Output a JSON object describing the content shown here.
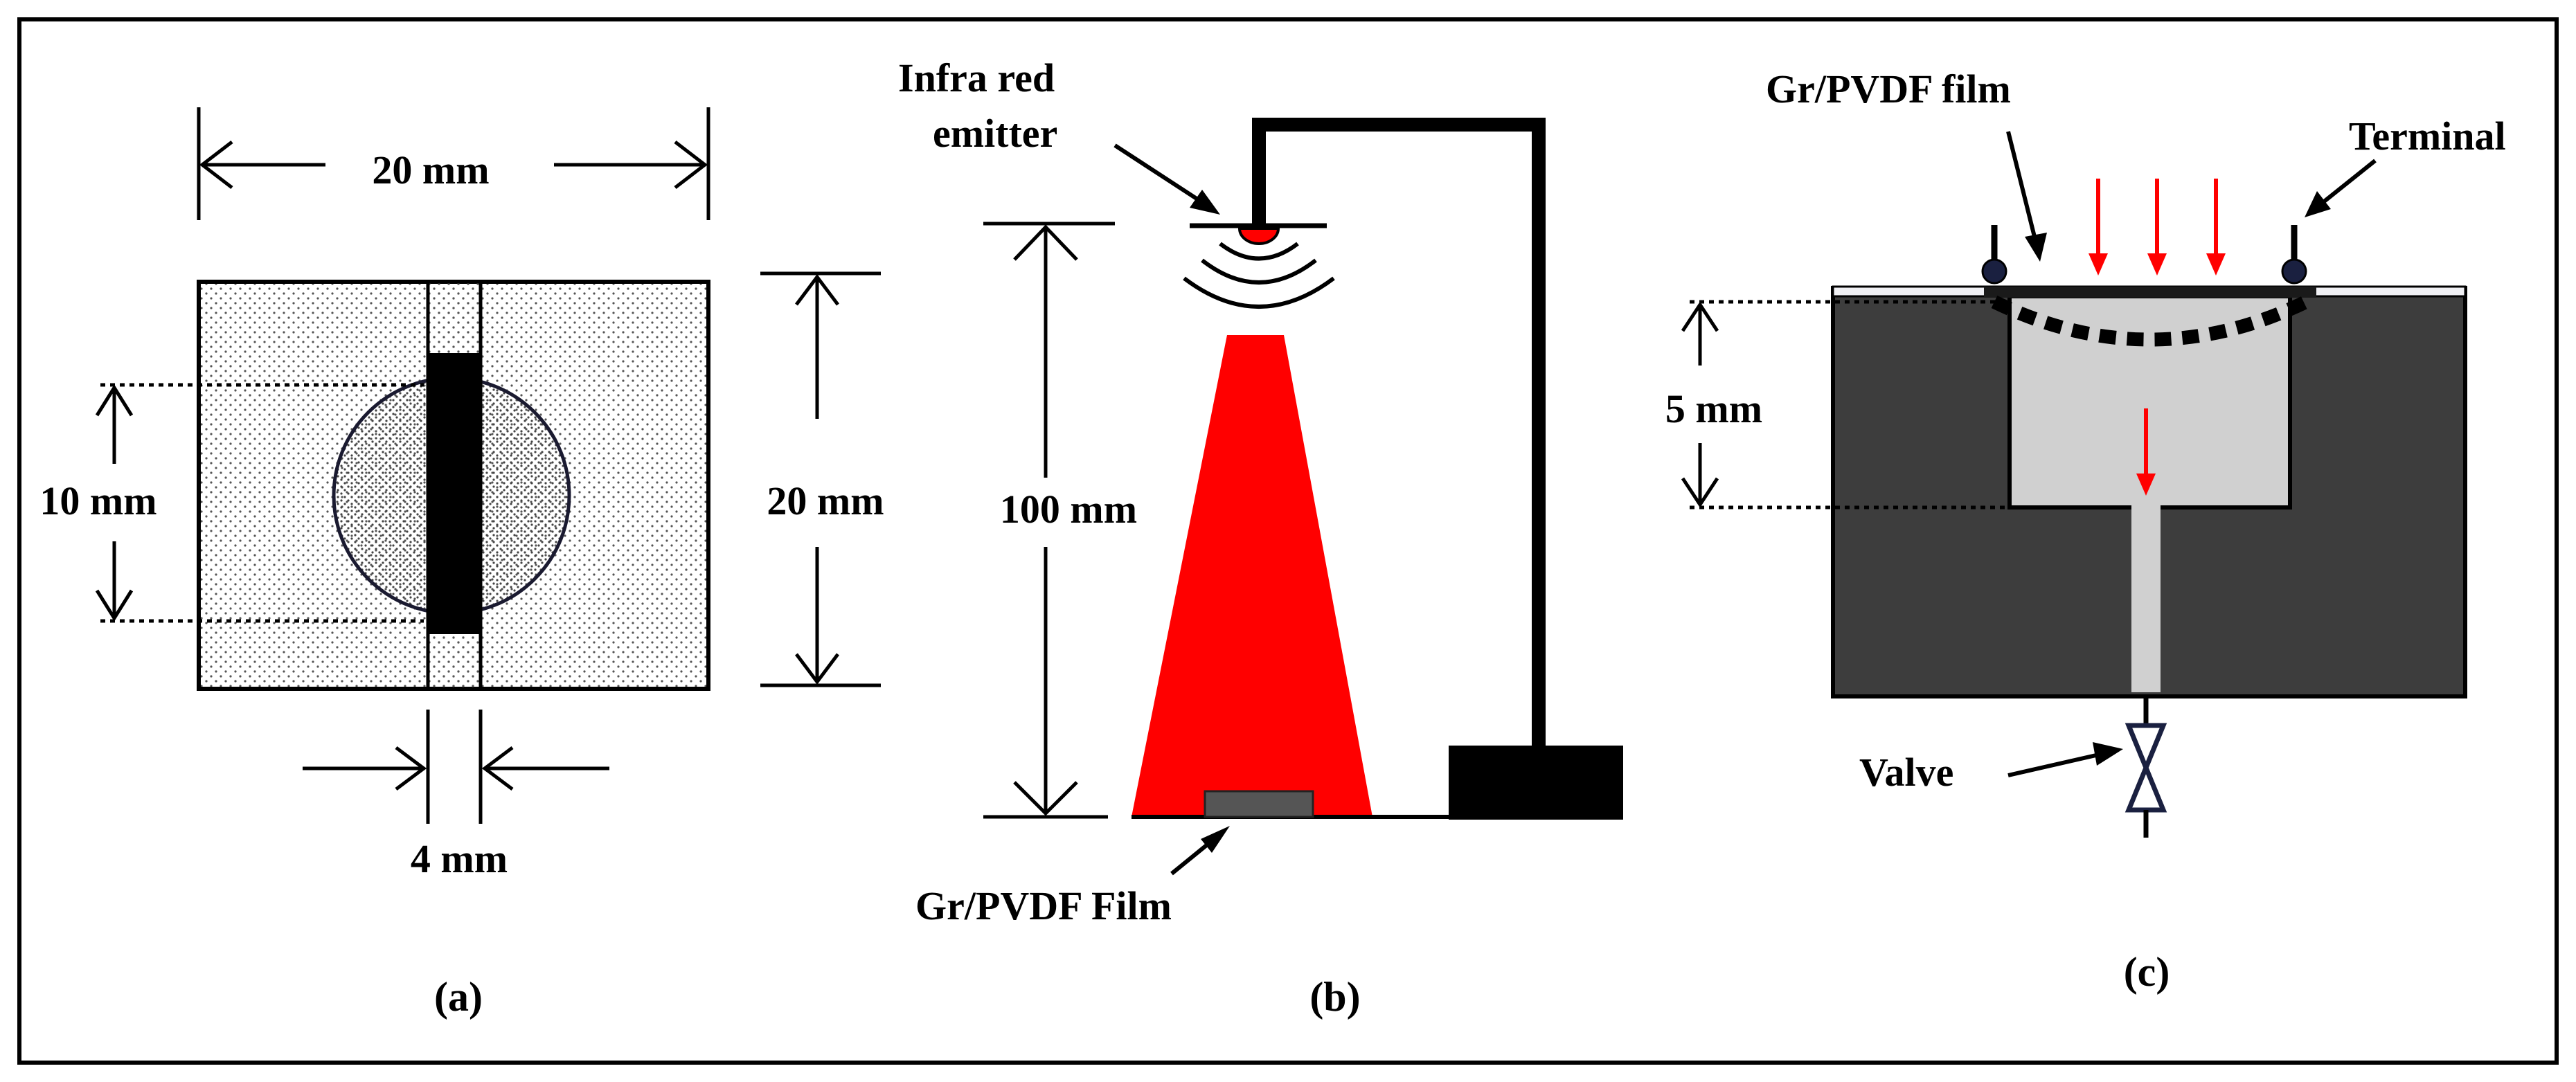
{
  "panel_a": {
    "width_label": "20 mm",
    "height_label": "20 mm",
    "circle_label": "10 mm",
    "strip_label": "4 mm",
    "caption": "(a)"
  },
  "panel_b": {
    "emitter_label_line1": "Infra red",
    "emitter_label_line2": "emitter",
    "distance_label": "100 mm",
    "film_label": "Gr/PVDF Film",
    "caption": "(b)"
  },
  "panel_c": {
    "film_label": "Gr/PVDF film",
    "terminal_label": "Terminal",
    "depth_label": "5 mm",
    "valve_label": "Valve",
    "caption": "(c)"
  },
  "colors": {
    "ir_beam": "#ff0000",
    "chamber_body": "#3d3d3d",
    "cavity": "#d0d0d0",
    "terminal_dot": "#1a2040",
    "arrow": "#ff0000"
  }
}
